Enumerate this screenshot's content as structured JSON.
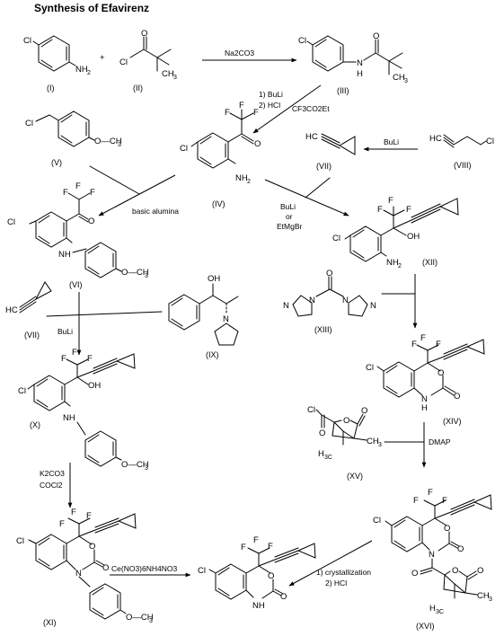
{
  "title": "Synthesis of Efavirenz",
  "labels": [
    "(I)",
    "(II)",
    "(III)",
    "(IV)",
    "(V)",
    "(VI)",
    "(VII)",
    "(VIII)",
    "(VII)",
    "(IX)",
    "(X)",
    "(XI)",
    "(XII)",
    "(XIII)",
    "(XIV)",
    "(XV)",
    "(XVI)"
  ],
  "reagents": {
    "r1": "Na2CO3",
    "r2a": "1) BuLi",
    "r2b": "2) HCl",
    "r2c": "CF3CO2Et",
    "r3": "BuLi",
    "r4": "basic alumina",
    "r5a": "BuLi",
    "r5b": "or",
    "r5c": "EtMgBr",
    "r6": "BuLi",
    "r7a": "K2CO3",
    "r7b": "COCl2",
    "r8": "DMAP",
    "r9": "Ce(NO3)6NH4NO3",
    "r10a": "1) crystallization",
    "r10b": "2) HCl"
  },
  "atoms": {
    "Cl": "Cl",
    "NH2": "NH",
    "NH2sub": "2",
    "O": "O",
    "N": "N",
    "H": "H",
    "NH": "NH",
    "F": "F",
    "OH": "OH",
    "CH3": "CH",
    "sub3": "3",
    "HC": "HC",
    "CH3O": "O—CH",
    "HCt": "HC",
    "H3C": "H",
    "C3": "3C"
  }
}
